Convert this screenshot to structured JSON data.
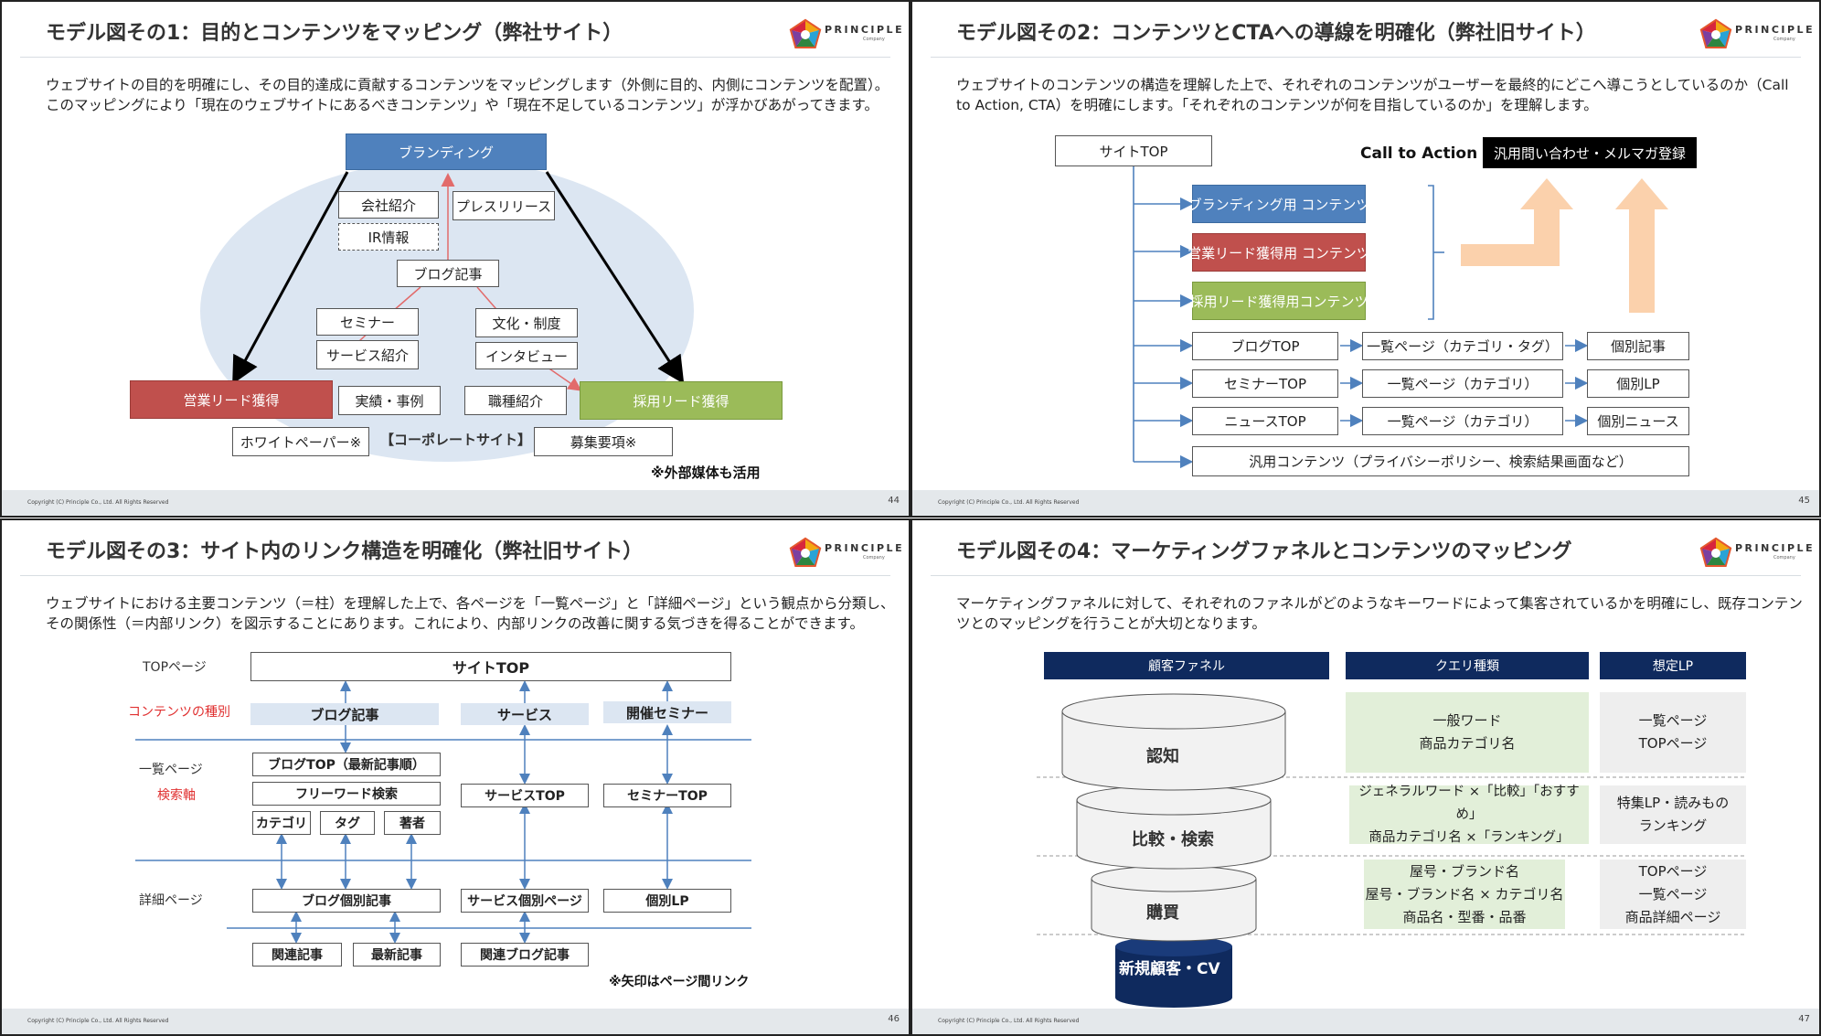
{
  "logo": {
    "text": "PRINCIPLE",
    "sub": "Company"
  },
  "copyright": "Copyright (C) Principle Co., Ltd. All Rights Reserved",
  "slides": [
    {
      "title": "モデル図その1：目的とコンテンツをマッピング（弊社サイト）",
      "desc": "ウェブサイトの目的を明確にし、その目的達成に貢献するコンテンツをマッピングします（外側に目的、内側にコンテンツを配置）。このマッピングにより「現在のウェブサイトにあるべきコンテンツ」や「現在不足しているコンテンツ」が浮かびあがってきます。",
      "page": "44",
      "branding": "ブランディング",
      "sales_lead": "営業リード獲得",
      "recruit_lead": "採用リード獲得",
      "company": "会社紹介",
      "ir": "IR情報",
      "press": "プレスリリース",
      "blog": "ブログ記事",
      "seminar": "セミナー",
      "service": "サービス紹介",
      "culture": "文化・制度",
      "interview": "インタビュー",
      "cases": "実績・事例",
      "jobs": "職種紹介",
      "whitepaper": "ホワイトペーパー※",
      "corporate": "【コーポレートサイト】",
      "recruit": "募集要項※",
      "note": "※外部媒体も活用"
    },
    {
      "title": "モデル図その2：コンテンツとCTAへの導線を明確化（弊社旧サイト）",
      "desc": "ウェブサイトのコンテンツの構造を理解した上で、それぞれのコンテンツがユーザーを最終的にどこへ導こうとしているのか（Call to Action, CTA）を明確にします。「それぞれのコンテンツが何を目指しているのか」を理解します。",
      "page": "45",
      "site_top": "サイトTOP",
      "cta_label": "Call to Action",
      "cta_box": "汎用問い合わせ・メルマガ登録",
      "branding": "ブランディング用 コンテンツ",
      "sales": "営業リード獲得用 コンテンツ",
      "recruit": "採用リード獲得用コンテンツ",
      "rows": [
        {
          "top": "ブログTOP",
          "list": "一覧ページ（カテゴリ・タグ）",
          "detail": "個別記事"
        },
        {
          "top": "セミナーTOP",
          "list": "一覧ページ（カテゴリ）",
          "detail": "個別LP"
        },
        {
          "top": "ニュースTOP",
          "list": "一覧ページ（カテゴリ）",
          "detail": "個別ニュース"
        }
      ],
      "general": "汎用コンテンツ（プライバシーポリシー、検索結果画面など）"
    },
    {
      "title": "モデル図その3：サイト内のリンク構造を明確化（弊社旧サイト）",
      "desc": "ウェブサイトにおける主要コンテンツ（＝柱）を理解した上で、各ページを「一覧ページ」と「詳細ページ」という観点から分類し、その関係性（＝内部リンク）を図示することにあります。これにより、内部リンクの改善に関する気づきを得ることができます。",
      "page": "46",
      "lbl_top": "TOPページ",
      "lbl_kind": "コンテンツの種別",
      "lbl_list": "一覧ページ",
      "lbl_axis": "検索軸",
      "lbl_detail": "詳細ページ",
      "site_top": "サイトTOP",
      "cat_blog": "ブログ記事",
      "cat_service": "サービス",
      "cat_seminar": "開催セミナー",
      "blog_top": "ブログTOP（最新記事順）",
      "free_search": "フリーワード検索",
      "category": "カテゴリ",
      "tag": "タグ",
      "author": "著者",
      "service_top": "サービスTOP",
      "seminar_top": "セミナーTOP",
      "blog_detail": "ブログ個別記事",
      "service_detail": "サービス個別ページ",
      "lp": "個別LP",
      "related": "関連記事",
      "latest": "最新記事",
      "related_blog": "関連ブログ記事",
      "note": "※矢印はページ間リンク"
    },
    {
      "title": "モデル図その4：マーケティングファネルとコンテンツのマッピング",
      "desc": "マーケティングファネルに対して、それぞれのファネルがどのようなキーワードによって集客されているかを明確にし、既存コンテンツとのマッピングを行うことが大切となります。",
      "page": "47",
      "headers": [
        "顧客ファネル",
        "クエリ種類",
        "想定LP"
      ],
      "stages": [
        "認知",
        "比較・検索",
        "購買",
        "新規顧客・CV"
      ],
      "queries": [
        [
          "一般ワード",
          "商品カテゴリ名"
        ],
        [
          "ジェネラルワード ×「比較」「おすすめ」",
          "商品カテゴリ名 ×「ランキング」"
        ],
        [
          "屋号・ブランド名",
          "屋号・ブランド名 × カテゴリ名",
          "商品名・型番・品番"
        ]
      ],
      "lps": [
        [
          "一覧ページ",
          "TOPページ"
        ],
        [
          "特集LP・読みもの",
          "ランキング"
        ],
        [
          "TOPページ",
          "一覧ページ",
          "商品詳細ページ"
        ]
      ]
    }
  ]
}
